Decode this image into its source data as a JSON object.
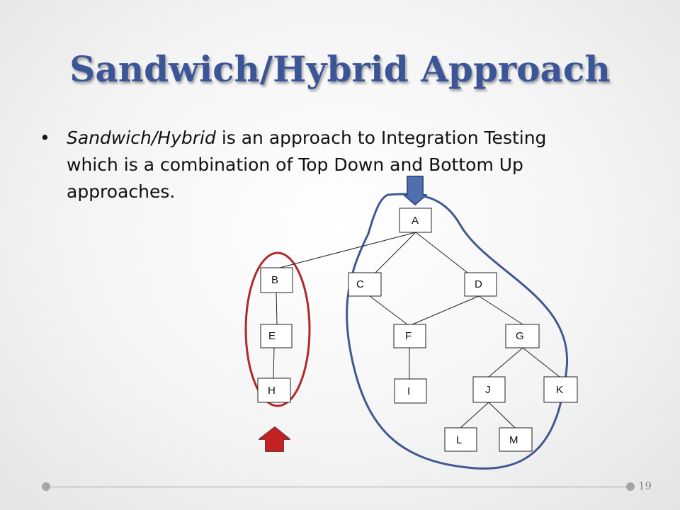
{
  "slide": {
    "title": "Sandwich/Hybrid Approach",
    "bullet": {
      "emphasis": "Sandwich/Hybrid",
      "text": " is an approach to Integration Testing which is a combination of Top Down and Bottom Up approaches."
    },
    "page_number": "19"
  },
  "diagram": {
    "nodes": [
      "A",
      "B",
      "C",
      "D",
      "E",
      "F",
      "G",
      "H",
      "I",
      "J",
      "K",
      "L",
      "M"
    ],
    "edges": [
      [
        "A",
        "B"
      ],
      [
        "A",
        "C"
      ],
      [
        "A",
        "D"
      ],
      [
        "B",
        "E"
      ],
      [
        "E",
        "H"
      ],
      [
        "C",
        "F"
      ],
      [
        "D",
        "F"
      ],
      [
        "D",
        "G"
      ],
      [
        "F",
        "I"
      ],
      [
        "G",
        "J"
      ],
      [
        "G",
        "K"
      ],
      [
        "J",
        "L"
      ],
      [
        "J",
        "M"
      ]
    ],
    "groups": [
      {
        "name": "bottom-up",
        "color": "#b02a2a",
        "members": [
          "B",
          "E",
          "H"
        ],
        "arrow": "up"
      },
      {
        "name": "top-down",
        "color": "#3f5a8f",
        "members": [
          "A",
          "C",
          "D",
          "F",
          "G",
          "I",
          "J",
          "K",
          "L",
          "M"
        ],
        "arrow": "down"
      }
    ],
    "colors": {
      "top_down_arrow": "#4f6fae",
      "bottom_up_arrow": "#c42222"
    }
  }
}
